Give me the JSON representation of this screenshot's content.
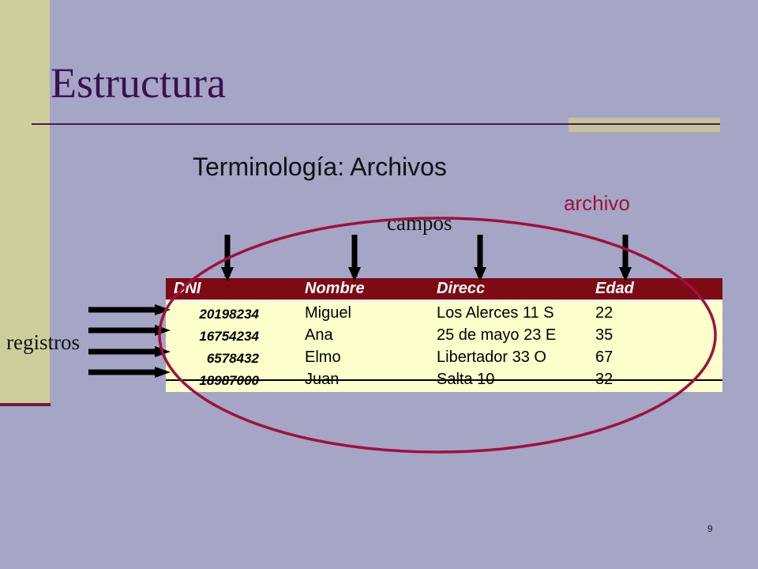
{
  "slide": {
    "title": "Estructura",
    "subtitle": "Terminología: Archivos",
    "page_number": "9"
  },
  "labels": {
    "archivo": "archivo",
    "campos": "campos",
    "registros": "registros"
  },
  "table": {
    "headers": [
      "DNI",
      "Nombre",
      "Direcc",
      "Edad"
    ],
    "rows": [
      [
        "20198234",
        "Miguel",
        "Los Alerces 11 S",
        "22"
      ],
      [
        "16754234",
        "Ana",
        "25 de mayo 23 E",
        "35"
      ],
      [
        "6578432",
        "Elmo",
        "Libertador 33 O",
        "67"
      ],
      [
        "18987000",
        "Juan",
        "Salta 10",
        "32"
      ]
    ]
  },
  "colors": {
    "background": "#a5a5c6",
    "side_bar": "#cece9c",
    "header_fill": "#7e0a14",
    "table_fill": "#ffffcc",
    "ellipse": "#a0103c",
    "title": "#3b1150"
  }
}
